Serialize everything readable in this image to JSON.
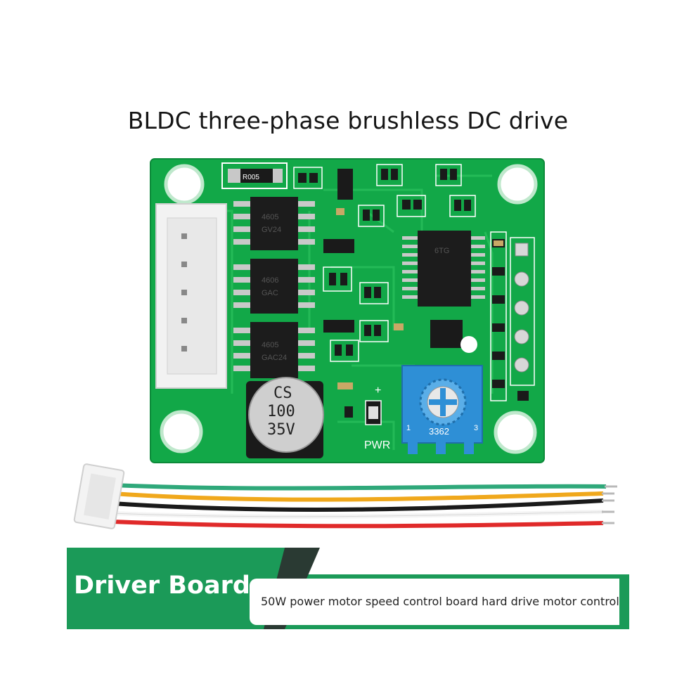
{
  "title": "BLDC three-phase brushless DC drive",
  "board": {
    "resistor_label": "R005",
    "mosfet_labels": [
      "4605",
      "4606",
      "4605"
    ],
    "mosfet_sub": [
      "GV24",
      "GAC",
      "GAC24"
    ],
    "ic_label": "6TG",
    "capacitor": {
      "line1": "CS",
      "line2": "100",
      "line3": "35V"
    },
    "pot_label": "3362",
    "pot_pin1": "1",
    "pot_pin3": "3",
    "pwr_label": "PWR",
    "plus_label": "+"
  },
  "colors": {
    "pcb": "#12a848",
    "trace": "#2cc35e",
    "pot": "#2e8fd6",
    "wire_green": "#2fa87a",
    "wire_yellow": "#f0a81c",
    "wire_black": "#1a1a1a",
    "wire_white": "#f4f4f4",
    "wire_red": "#e02a2a",
    "banner": "#1b9a58"
  },
  "banner": {
    "heading": "Driver Board",
    "subtitle": "50W power motor speed control board hard drive motor control"
  }
}
